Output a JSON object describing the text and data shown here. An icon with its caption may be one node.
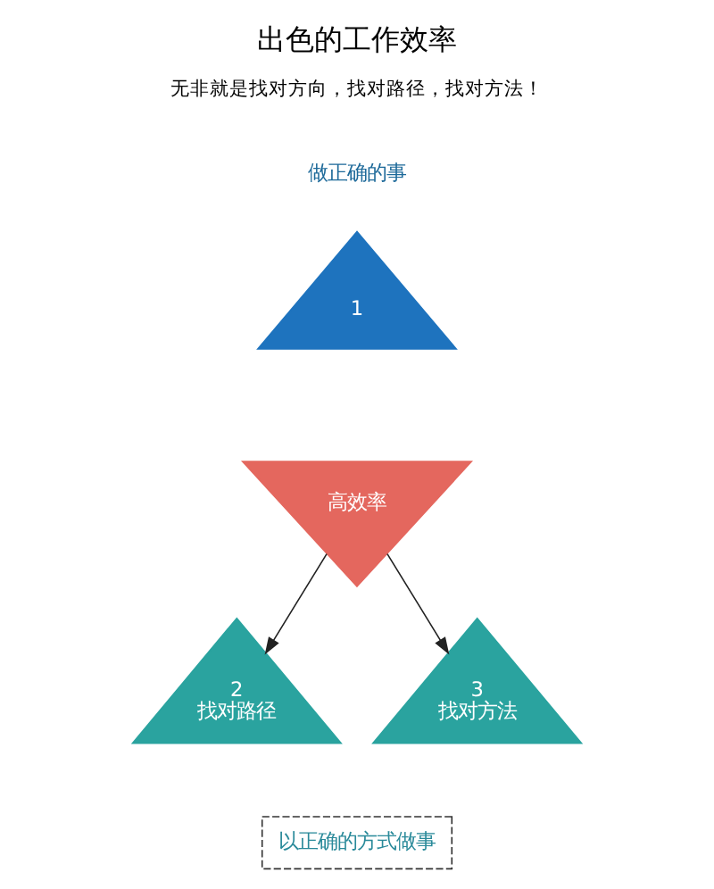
{
  "diagram": {
    "title": "出色的工作效率",
    "nodes": [
      {
        "text": [
          "1"
        ],
        "beside": [
          "做正确的事"
        ]
      },
      {
        "text": [
          "高效率"
        ]
      },
      {
        "text": [
          "2",
          "找对路径"
        ]
      },
      {
        "text": [
          "3",
          "找对方法"
        ]
      }
    ],
    "edges": [
      {
        "from": 1,
        "to": 2,
        "arrow": "to"
      },
      {
        "from": 1,
        "to": 3,
        "arrow": "to"
      }
    ],
    "labels": [
      "无非就是找对方向，找对路径，找对方法！",
      "以正确的方式做事"
    ]
  }
}
